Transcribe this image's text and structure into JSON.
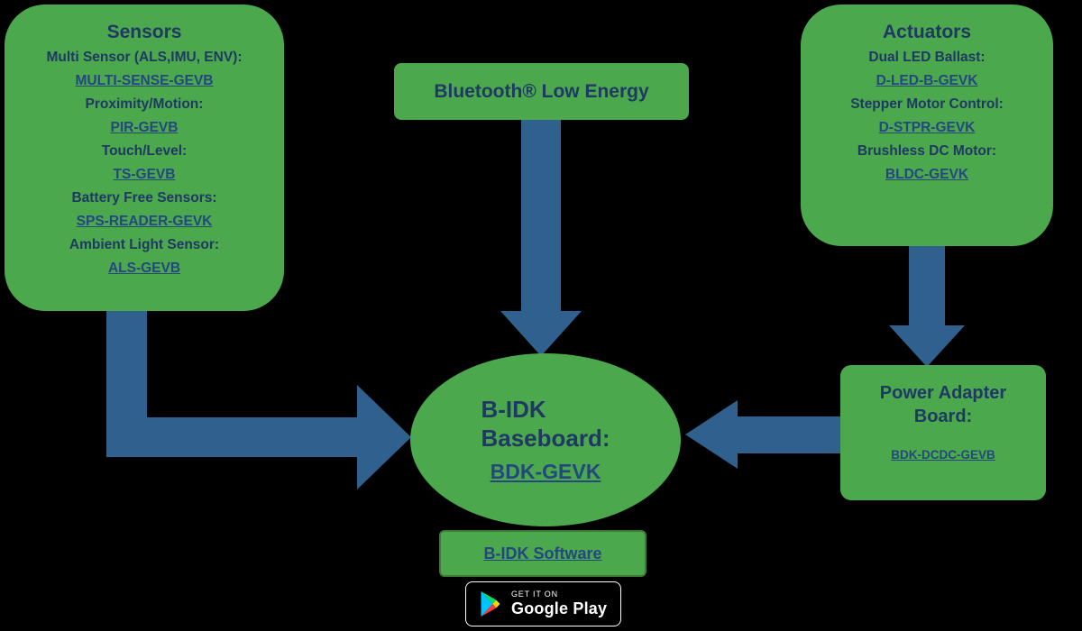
{
  "colors": {
    "box-green": "#4BA84C",
    "arrow-blue": "#30618E",
    "text-navy": "#1F3864",
    "link-navy": "#24477F",
    "software-border": "#3E7A35",
    "play-cyan": "#00C3FF",
    "play-green": "#00E266",
    "play-yellow": "#FFD500",
    "play-red": "#FF3A44"
  },
  "sensors": {
    "title": "Sensors",
    "items": [
      {
        "label": "Multi Sensor (ALS,IMU, ENV):",
        "link": "MULTI-SENSE-GEVB"
      },
      {
        "label": "Proximity/Motion:",
        "link": "PIR-GEVB"
      },
      {
        "label": "Touch/Level:",
        "link": "TS-GEVB"
      },
      {
        "label": "Battery Free Sensors:",
        "link": "SPS-READER-GEVK"
      },
      {
        "label": "Ambient Light Sensor:",
        "link": "ALS-GEVB"
      }
    ]
  },
  "bluetooth": {
    "label": "Bluetooth® Low Energy"
  },
  "actuators": {
    "title": "Actuators",
    "items": [
      {
        "label": "Dual LED Ballast:",
        "link": "D-LED-B-GEVK"
      },
      {
        "label": "Stepper Motor Control:",
        "link": "D-STPR-GEVK"
      },
      {
        "label": "Brushless DC Motor:",
        "link": "BLDC-GEVK"
      }
    ]
  },
  "baseboard": {
    "title_line1": "B-IDK",
    "title_line2": "Baseboard:",
    "link": "BDK-GEVK"
  },
  "power_adapter": {
    "title": "Power Adapter Board:",
    "link": "BDK-DCDC-GEVB"
  },
  "software": {
    "link": "B-IDK Software"
  },
  "google_play": {
    "tagline": "GET IT ON",
    "store": "Google Play"
  }
}
